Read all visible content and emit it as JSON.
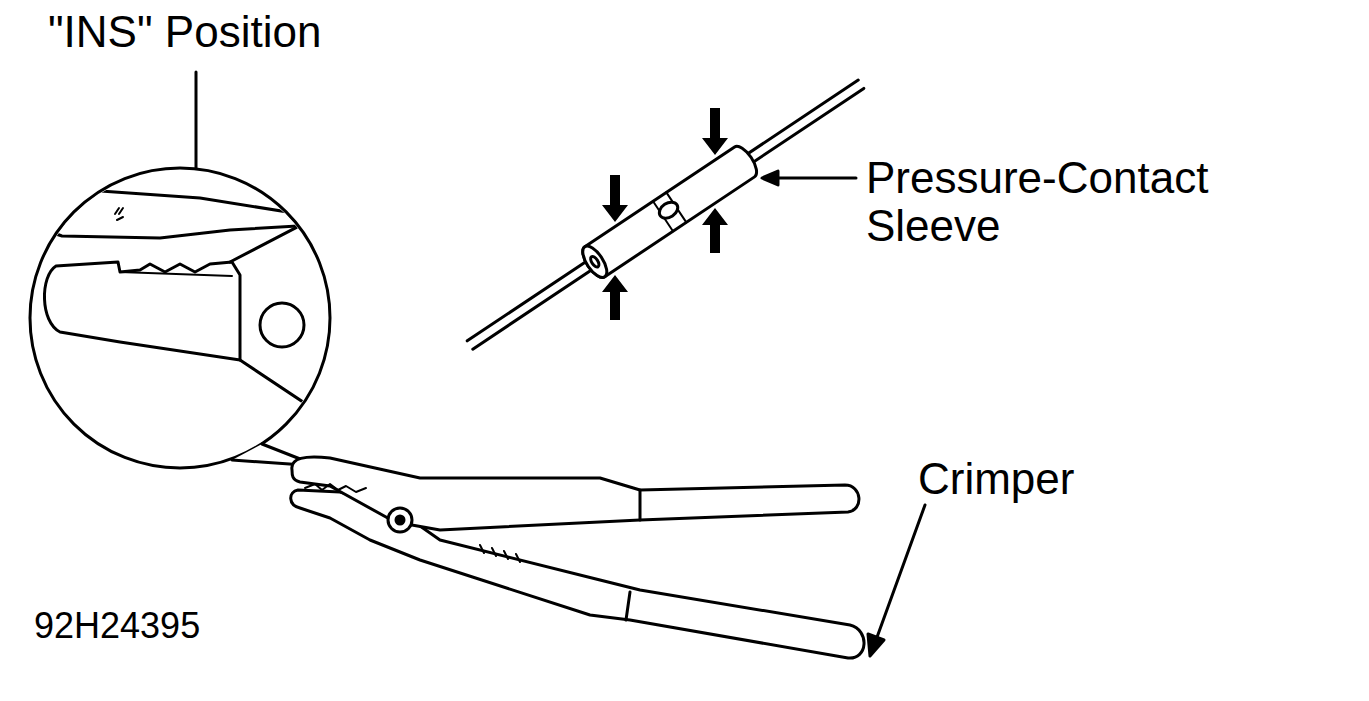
{
  "diagram": {
    "labels": [
      "\"INS\" Position",
      "Pressure-Contact Sleeve",
      "Crimper",
      "92H24395"
    ]
  }
}
